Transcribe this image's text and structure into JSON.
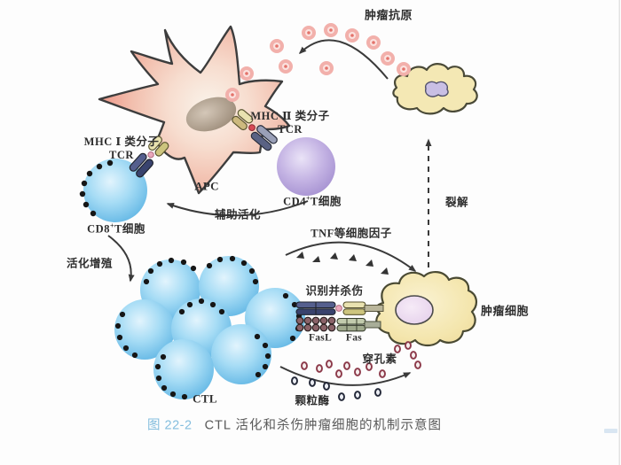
{
  "figure": {
    "caption_number": "图 22-2",
    "caption_title": "CTL 活化和杀伤肿瘤细胞的机制示意图"
  },
  "labels": {
    "tumor_antigen": "肿瘤抗原",
    "mhc2": "MHC Ⅱ 类分子",
    "mhc1": "MHC Ⅰ 类分子",
    "tcr": "TCR",
    "apc": "APC",
    "cd4_prefix": "CD4",
    "cd8_prefix": "CD8",
    "plus": "+",
    "t_cell_suffix": "T细胞",
    "helper_activation": "辅助活化",
    "activation_proliferation": "活化增殖",
    "tnf_cytokines": "TNF等细胞因子",
    "lysis": "裂解",
    "recognize_kill": "识别并杀伤",
    "fasl": "FasL",
    "fas": "Fas",
    "tumor_cell": "肿瘤细胞",
    "perforin": "穿孔素",
    "granzyme": "颗粒酶",
    "ctl": "CTL"
  },
  "colors": {
    "ctl_cell_blue": "#58b1e2",
    "cd4_cell_purple": "#9d88cc",
    "apc_pink": "#f2bfae",
    "tumor_cell_yellow": "#f4e6ae",
    "antigen_pink": "#f0a8a4",
    "caption_blue": "#85bede",
    "arrow_dark": "#3a3a3a"
  }
}
